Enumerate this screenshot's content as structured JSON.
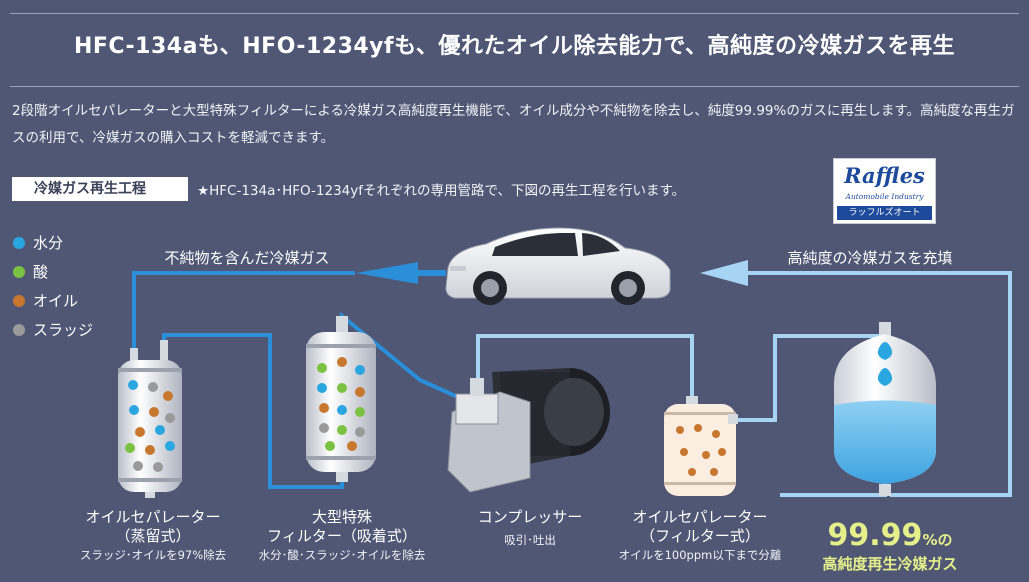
{
  "headline": "HFC-134aも、HFO-1234yfも、優れたオイル除去能力で、高純度の冷媒ガスを再生",
  "description": "2段階オイルセパレーターと大型特殊フィルターによる冷媒ガス高純度再生機能で、オイル成分や不純物を除去し、純度99.99%のガスに再生します。高純度な再生ガスの利用で、冷媒ガスの購入コストを軽減できます。",
  "process_label": "冷媒ガス再生工程",
  "process_note": "★HFC-134a･HFO-1234yfそれぞれの専用管路で、下図の再生工程を行います。",
  "logo": {
    "brand": "Raffles",
    "sub": "Automobile Industry",
    "bar": "ラッフルズオート"
  },
  "legend": [
    {
      "label": "水分",
      "color": "#2aa6e0"
    },
    {
      "label": "酸",
      "color": "#7cc242"
    },
    {
      "label": "オイル",
      "color": "#c8772e"
    },
    {
      "label": "スラッジ",
      "color": "#9a9a9a"
    }
  ],
  "flow_labels": {
    "impure": "不純物を含んだ冷媒ガス",
    "pure": "高純度の冷媒ガスを充填"
  },
  "components": [
    {
      "name": "separator-distill",
      "line1": "オイルセパレーター",
      "line2": "（蒸留式）",
      "note": "スラッジ･オイルを97%除去"
    },
    {
      "name": "filter",
      "line1": "大型特殊",
      "line2": "フィルター（吸着式）",
      "note": "水分･酸･スラッジ･オイルを除去"
    },
    {
      "name": "compressor",
      "line1": "コンプレッサー",
      "line2": "",
      "note": "吸引･吐出"
    },
    {
      "name": "separator-filter",
      "line1": "オイルセパレーター",
      "line2": "（フィルター式）",
      "note": "オイルを100ppm以下まで分離"
    }
  ],
  "purity": {
    "number": "99.99",
    "suffix": "%の",
    "text": "高純度再生冷媒ガス"
  },
  "colors": {
    "background": "#4f5775",
    "impure_pipe": "#2a8fd8",
    "pure_pipe": "#a7d4f2",
    "purity_text": "#e6f08a"
  }
}
